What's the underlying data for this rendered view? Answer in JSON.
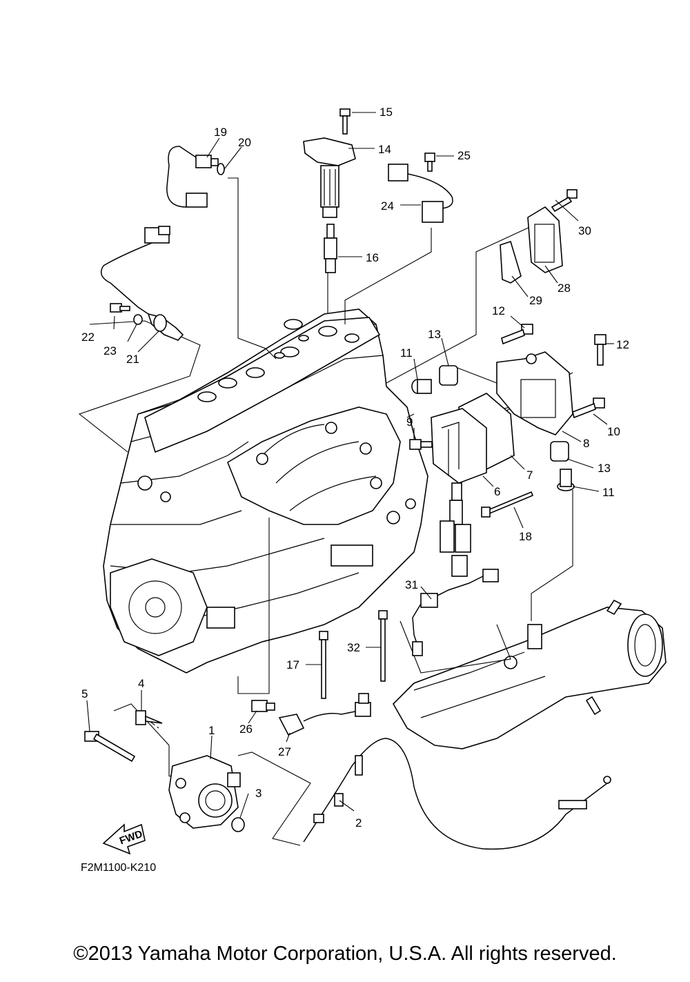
{
  "diagram_code": "F2M1100-K210",
  "copyright": "©2013 Yamaha Motor Corporation, U.S.A. All rights reserved.",
  "fwd_label": "FWD",
  "callouts": {
    "c1": "1",
    "c2": "2",
    "c3": "3",
    "c4": "4",
    "c5": "5",
    "c6": "6",
    "c7": "7",
    "c8": "8",
    "c9": "9",
    "c10": "10",
    "c11a": "11",
    "c11b": "11",
    "c12a": "12",
    "c12b": "12",
    "c13a": "13",
    "c13b": "13",
    "c14": "14",
    "c15": "15",
    "c16": "16",
    "c17": "17",
    "c18": "18",
    "c19": "19",
    "c20": "20",
    "c21": "21",
    "c22": "22",
    "c23": "23",
    "c24": "24",
    "c25": "25",
    "c26": "26",
    "c27": "27",
    "c28": "28",
    "c29": "29",
    "c30": "30",
    "c31": "31",
    "c32": "32"
  }
}
